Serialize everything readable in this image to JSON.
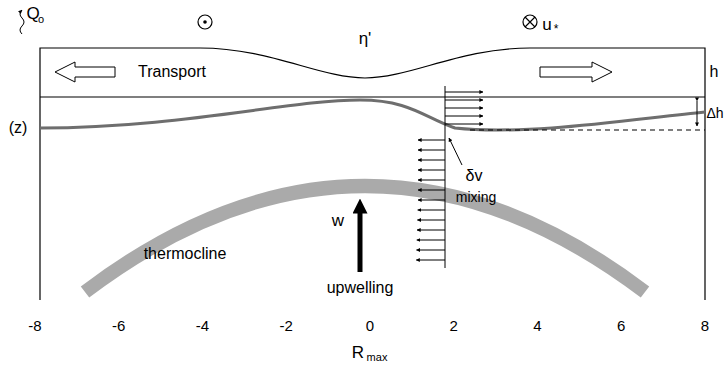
{
  "diagram": {
    "labels": [
      "Q",
      "o",
      "η'",
      "u",
      "*",
      "Transport",
      "h",
      "(z)",
      "Δh",
      "δv",
      "mixing",
      "w",
      "upwelling",
      "thermocline",
      "-8",
      "-6",
      "-4",
      "-2",
      "0",
      "2",
      "4",
      "6",
      "8",
      "R",
      "max"
    ]
  }
}
